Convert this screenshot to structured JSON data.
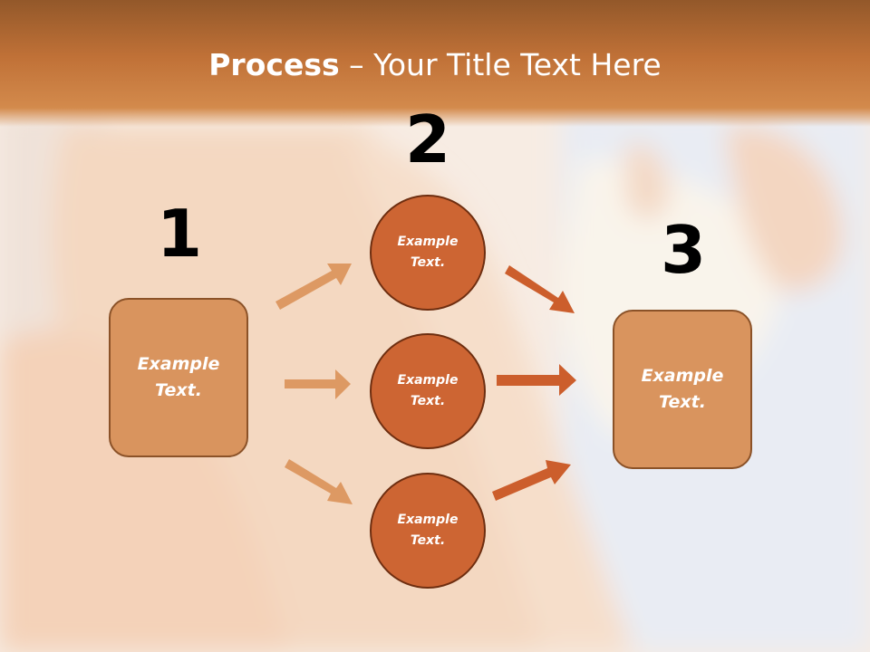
{
  "slide": {
    "title_bold": "Process",
    "title_rest": " – Your Title Text Here"
  },
  "steps": {
    "one": {
      "number": "1",
      "text": "Example Text."
    },
    "two": {
      "number": "2"
    },
    "three": {
      "number": "3",
      "text": "Example Text."
    }
  },
  "circles": [
    {
      "text": "Example Text."
    },
    {
      "text": "Example Text."
    },
    {
      "text": "Example Text."
    }
  ],
  "colors": {
    "box_fill": "#d9945e",
    "circle_fill": "#cd6533",
    "arrow_light": "#dd9963",
    "arrow_dark": "#cc5e2c",
    "banner": "#c07137"
  }
}
